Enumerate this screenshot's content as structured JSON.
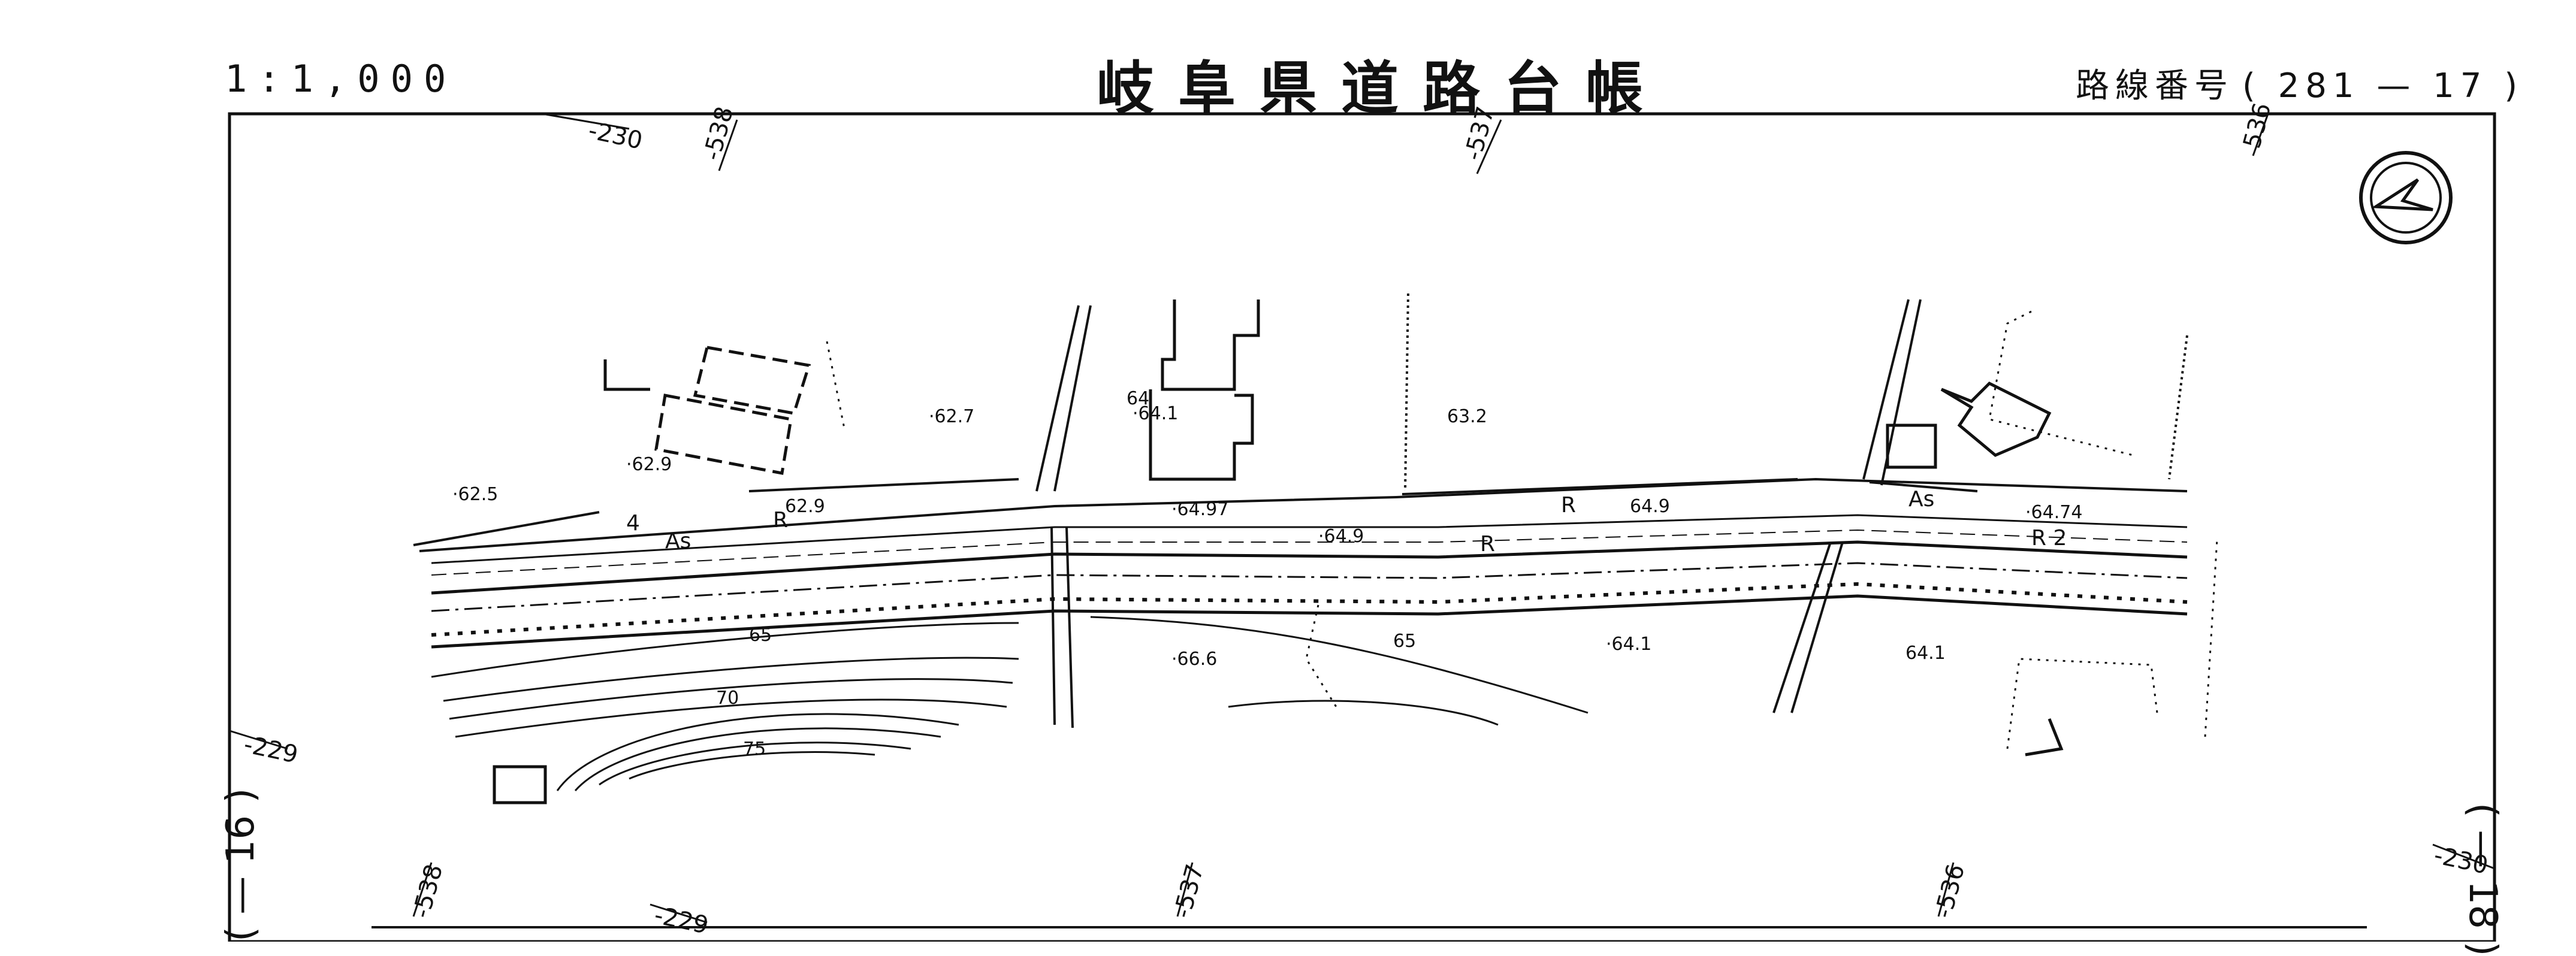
{
  "header": {
    "scale": "1:1,000",
    "title": "岐阜県道路台帳",
    "route_label": "路線番号",
    "route_number": "( 281 — 17 )"
  },
  "sheet_links": {
    "left": "( — 16 )",
    "right": "( — 18 )"
  },
  "grid_labels": {
    "x_top": [
      "-538",
      "-537",
      "536"
    ],
    "x_bottom": [
      "-538",
      "-537",
      "-536"
    ],
    "y_left": [
      "-230",
      "-229"
    ],
    "y_bottom": [
      "-229"
    ],
    "y_right": [
      "-230"
    ]
  },
  "spot_heights": [
    "·62.5",
    "·62.9",
    "·62.7",
    "·64.1",
    "64",
    "·64.97",
    "·64.9",
    "63.2",
    "64.9",
    "·64.74",
    "·66.6",
    "·64.1",
    "64.1",
    "62.9"
  ],
  "contours": [
    "65",
    "70",
    "75",
    "65"
  ],
  "road_labels": [
    "As",
    "As",
    "R",
    "R",
    "R",
    "R 2",
    "4"
  ],
  "north_arrow_icon": "north-arrow-icon"
}
